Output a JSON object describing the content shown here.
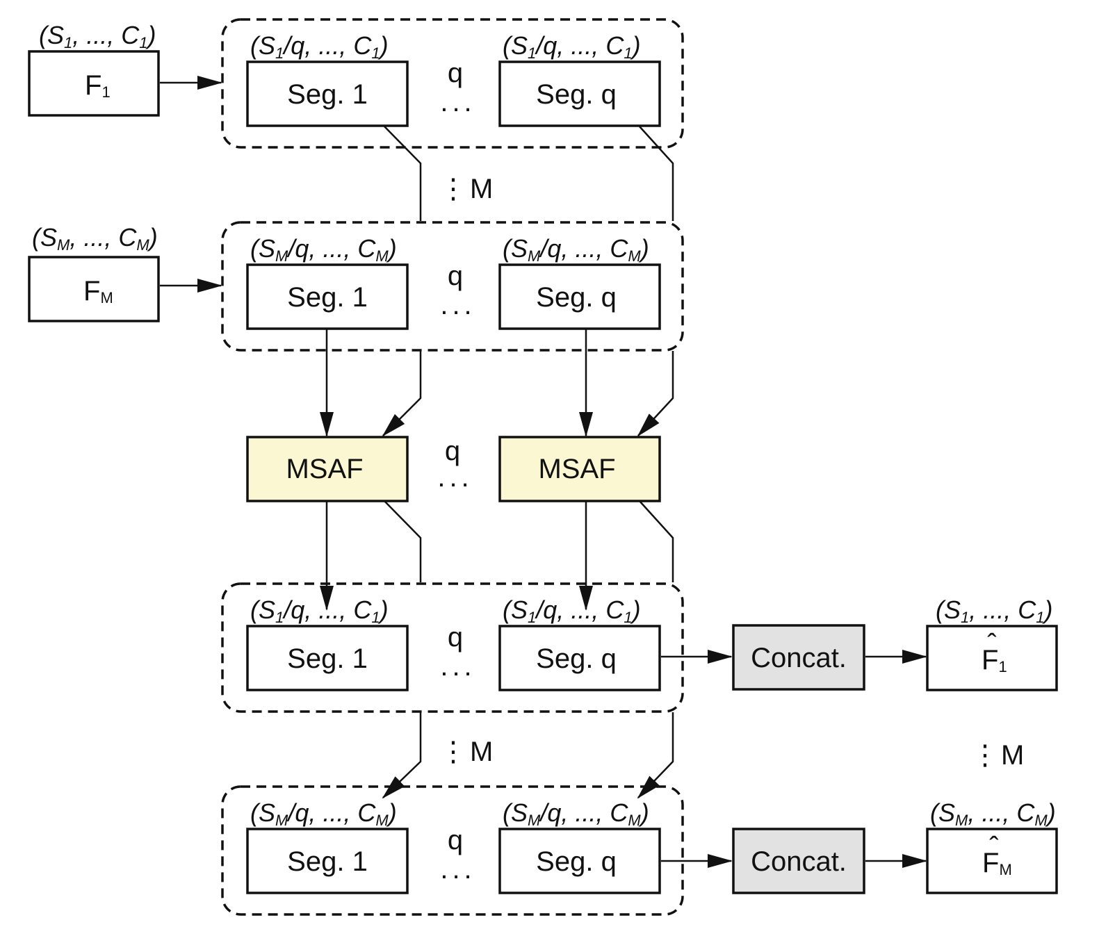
{
  "inputs": [
    {
      "label_main": "F",
      "label_sub": "1",
      "dim": {
        "s": "S",
        "s_sub": "1",
        "mid": ", ..., ",
        "c": "C",
        "c_sub": "1"
      }
    },
    {
      "label_main": "F",
      "label_sub": "M",
      "dim": {
        "s": "S",
        "s_sub": "M",
        "mid": ", ..., ",
        "c": "C",
        "c_sub": "M"
      }
    }
  ],
  "segment_labels": {
    "first": "Seg. 1",
    "last": "Seg. q"
  },
  "segment_dims": {
    "index_1": {
      "s": "S",
      "s_sub": "1",
      "mid": "/q, ..., ",
      "c": "C",
      "c_sub": "1"
    },
    "index_M": {
      "s": "S",
      "s_sub": "M",
      "mid": "/q, ..., ",
      "c": "C",
      "c_sub": "M"
    }
  },
  "fusion": {
    "label": "MSAF"
  },
  "concat": {
    "label": "Concat."
  },
  "outputs": [
    {
      "label_main": "F",
      "label_sub": "1",
      "hat": "ˆ",
      "dim": {
        "s": "S",
        "s_sub": "1",
        "mid": ", ..., ",
        "c": "C",
        "c_sub": "1"
      }
    },
    {
      "label_main": "F",
      "label_sub": "M",
      "hat": "ˆ",
      "dim": {
        "s": "S",
        "s_sub": "M",
        "mid": ", ..., ",
        "c": "C",
        "c_sub": "M"
      }
    }
  ],
  "repeat": {
    "q": "q",
    "M": "M",
    "h_dots": "...",
    "v_dots": "⋮"
  }
}
